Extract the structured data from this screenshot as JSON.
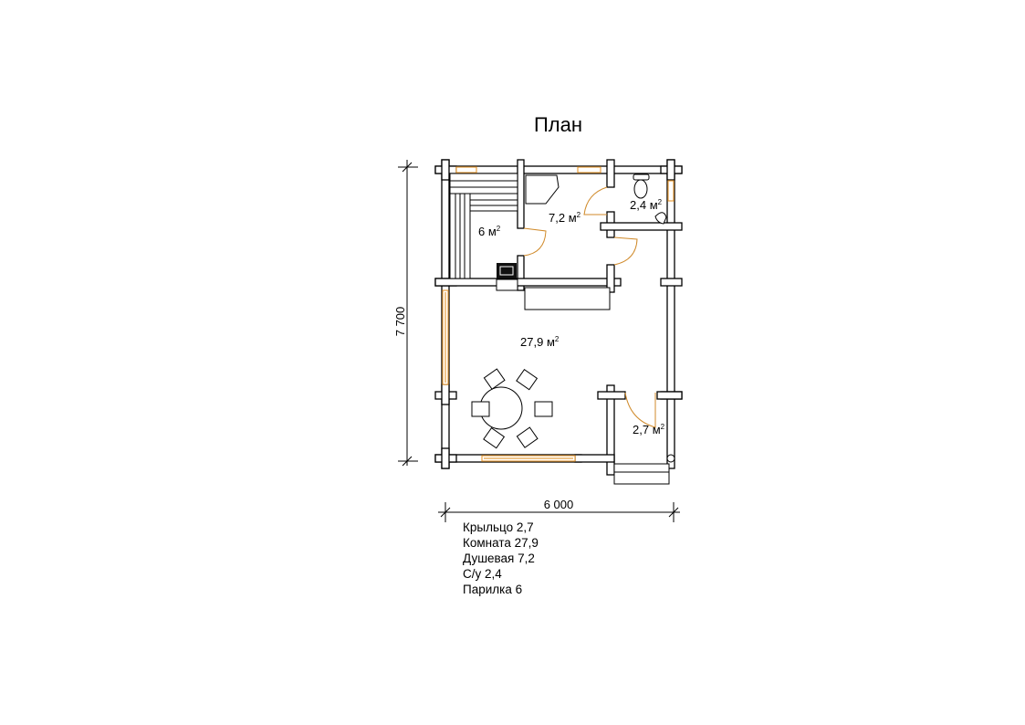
{
  "title": "План",
  "rooms": [
    {
      "id": "steam",
      "area": "6",
      "unit": "м",
      "sup": "2"
    },
    {
      "id": "shower",
      "area": "7,2",
      "unit": "м",
      "sup": "2"
    },
    {
      "id": "wc",
      "area": "2,4",
      "unit": "м",
      "sup": "2"
    },
    {
      "id": "room",
      "area": "27,9",
      "unit": "м",
      "sup": "2"
    },
    {
      "id": "porch",
      "area": "2,7",
      "unit": "м",
      "sup": "2"
    }
  ],
  "dimensions": {
    "height": "7 700",
    "width": "6 000"
  },
  "legend": [
    "Крыльцо 2,7",
    "Комната 27,9",
    "Душевая 7,2",
    "С/у 2,4",
    "Парилка 6"
  ],
  "colors": {
    "window": "#e8a040",
    "door": "#d08a2a",
    "wall": "#000000"
  }
}
